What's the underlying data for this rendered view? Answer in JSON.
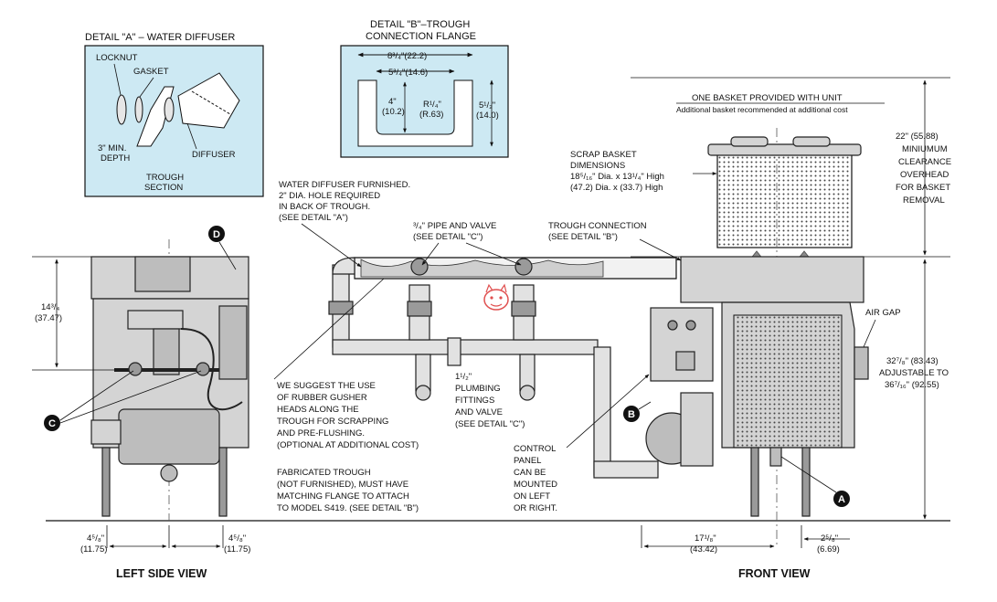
{
  "details": {
    "a_title": "DETAIL \"A\" – WATER DIFFUSER",
    "a_locknut": "LOCKNUT",
    "a_gasket": "GASKET",
    "a_depth_line1": "3\" MIN.",
    "a_depth_line2": "DEPTH",
    "a_diffuser": "DIFFUSER",
    "a_trough_line1": "TROUGH",
    "a_trough_line2": "SECTION",
    "b_title_line1": "DETAIL \"B\"–TROUGH",
    "b_title_line2": "CONNECTION FLANGE",
    "b_dim1": "8³/₄\"(22.2)",
    "b_dim2": "5³/₄\"(14.6)",
    "b_dim3_line1": "4\"",
    "b_dim3_line2": "(10.2)",
    "b_dim4_line1": "R¹/₄\"",
    "b_dim4_line2": "(R.63)",
    "b_dim5_line1": "5¹/₂\"",
    "b_dim5_line2": "(14.0)"
  },
  "labels": {
    "basket_title": "ONE BASKET PROVIDED WITH UNIT",
    "basket_sub": "Additional basket recommended at additional cost",
    "clear_1": "22\" (55.88)",
    "clear_2": "MINIUMUM",
    "clear_3": "CLEARANCE",
    "clear_4": "OVERHEAD",
    "clear_5": "FOR BASKET",
    "clear_6": "REMOVAL",
    "scrap_1": "SCRAP BASKET",
    "scrap_2": "DIMENSIONS",
    "scrap_3": "18⁵/₁₆\" Dia. x 13¹/₄\" High",
    "scrap_4": "(47.2) Dia. x (33.7) High",
    "water_1": "WATER DIFFUSER FURNISHED.",
    "water_2": "2\" DIA. HOLE REQUIRED",
    "water_3": "IN BACK OF TROUGH.",
    "water_4": "(SEE DETAIL \"A\")",
    "pipe_1": "³/₄\" PIPE AND VALVE",
    "pipe_2": "(SEE DETAIL \"C\")",
    "trough_1": "TROUGH CONNECTION",
    "trough_2": "(SEE DETAIL \"B\")",
    "height_1": "14³/₄",
    "height_2": "(37.47)",
    "gusher_1": "WE SUGGEST THE USE",
    "gusher_2": "OF RUBBER GUSHER",
    "gusher_3": "HEADS ALONG THE",
    "gusher_4": "TROUGH FOR SCRAPPING",
    "gusher_5": "AND PRE-FLUSHING.",
    "gusher_6": "(OPTIONAL AT ADDITIONAL COST)",
    "plumb_1": "1¹/₂\"",
    "plumb_2": "PLUMBING",
    "plumb_3": "FITTINGS",
    "plumb_4": "AND VALVE",
    "plumb_5": "(SEE DETAIL \"C\")",
    "fab_1": "FABRICATED TROUGH",
    "fab_2": "(NOT FURNISHED), MUST HAVE",
    "fab_3": "MATCHING FLANGE TO ATTACH",
    "fab_4": "TO MODEL S419. (SEE DETAIL \"B\")",
    "panel_1": "CONTROL",
    "panel_2": "PANEL",
    "panel_3": "CAN BE",
    "panel_4": "MOUNTED",
    "panel_5": "ON LEFT",
    "panel_6": "OR RIGHT.",
    "air_gap": "AIR GAP",
    "adj_1": "32⁷/₈\" (83.43)",
    "adj_2": "ADJUSTABLE TO",
    "adj_3": "36⁷/₁₆\" (92.55)",
    "dim_l1_1": "4⁵/₈\"",
    "dim_l1_2": "(11.75)",
    "dim_l2_1": "4⁵/₈\"",
    "dim_l2_2": "(11.75)",
    "dim_f1_1": "17¹/₈\"",
    "dim_f1_2": "(43.42)",
    "dim_f2_1": "2⁵/₈\"",
    "dim_f2_2": "(6.69)",
    "left_view": "LEFT SIDE VIEW",
    "front_view": "FRONT VIEW"
  },
  "callouts": {
    "a": "A",
    "b": "B",
    "c": "C",
    "d": "D"
  },
  "colors": {
    "detail_fill": "#cde9f3",
    "ink": "#111111",
    "equipment": "#d4d4d4",
    "accent_stamp": "#e05050"
  }
}
